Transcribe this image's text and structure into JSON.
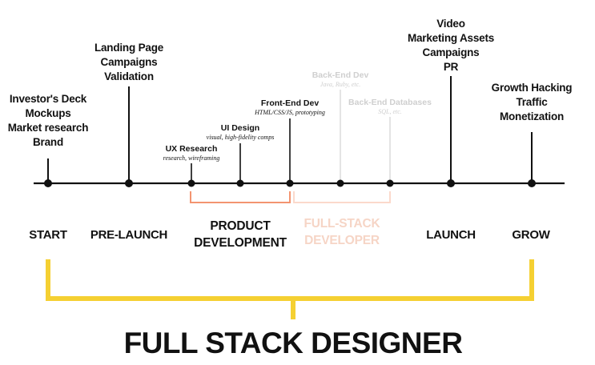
{
  "colors": {
    "timeline": "#111111",
    "faded": "#d2d2d2",
    "product_bracket": "#f39470",
    "fullstack_bracket": "#fbd9cb",
    "main_bracket": "#f5d032"
  },
  "milestones": [
    {
      "id": "start",
      "lines": [
        "Investor's Deck",
        "Mockups",
        "Market research",
        "Brand"
      ],
      "phase": "START"
    },
    {
      "id": "prelaunch",
      "lines": [
        "Landing Page",
        "Campaigns",
        "Validation"
      ],
      "phase": "PRE-LAUNCH"
    },
    {
      "id": "launch",
      "lines": [
        "Video",
        "Marketing Assets",
        "Campaigns",
        "PR"
      ],
      "phase": "LAUNCH"
    },
    {
      "id": "grow",
      "lines": [
        "Growth Hacking",
        "Traffic",
        "Monetization"
      ],
      "phase": "GROW"
    }
  ],
  "sub_milestones": [
    {
      "id": "ux",
      "title": "UX Research",
      "subtitle": "research, wireframing",
      "faded": false
    },
    {
      "id": "ui",
      "title": "UI Design",
      "subtitle": "visual, high-fidelity comps",
      "faded": false
    },
    {
      "id": "fe",
      "title": "Front-End Dev",
      "subtitle": "HTML/CSS/JS, prototyping",
      "faded": false
    },
    {
      "id": "be",
      "title": "Back-End Dev",
      "subtitle": "Java, Ruby, etc.",
      "faded": true
    },
    {
      "id": "bedb",
      "title": "Back-End Databases",
      "subtitle": "SQL, etc.",
      "faded": true
    }
  ],
  "groups": {
    "product_development": [
      "PRODUCT",
      "DEVELOPMENT"
    ],
    "full_stack_developer": [
      "FULL-STACK",
      "DEVELOPER"
    ]
  },
  "title": "FULL STACK DESIGNER"
}
